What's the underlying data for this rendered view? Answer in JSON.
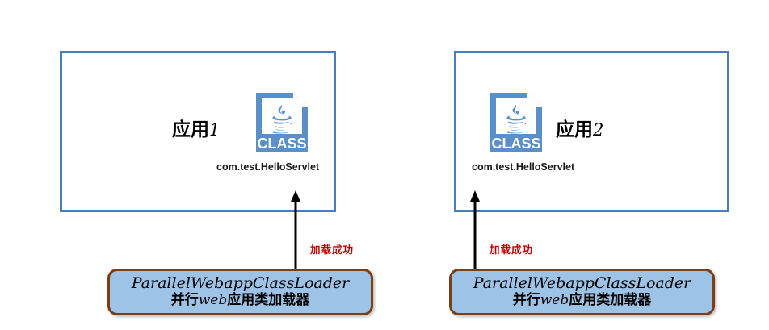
{
  "diagram": {
    "title": "Tomcat ParallelWebappClassLoader isolation diagram",
    "colors": {
      "panel_border": "#4a7ebb",
      "icon_blue": "#5b8fc7",
      "loader_fill": "#9dc3e6",
      "loader_border": "#7b3f16",
      "annotation_red": "#c00000",
      "arrow_black": "#000000",
      "background": "#ffffff"
    }
  },
  "apps": [
    {
      "panel_name": "application-panel-1",
      "title_text": "应用",
      "title_seq": "1",
      "icon_label": "CLASS",
      "icon_name": "java-class-file-icon",
      "class_name": "com.test.HelloServlet"
    },
    {
      "panel_name": "application-panel-2",
      "title_text": "应用",
      "title_seq": "2",
      "icon_label": "CLASS",
      "icon_name": "java-class-file-icon",
      "class_name": "com.test.HelloServlet"
    }
  ],
  "arrows": [
    {
      "name": "load-arrow-1",
      "label": "加载成功",
      "direction": "up"
    },
    {
      "name": "load-arrow-2",
      "label": "加载成功",
      "direction": "up"
    }
  ],
  "loaders": [
    {
      "name": "ParallelWebappClassLoader",
      "desc_prefix": "并行",
      "desc_latin": "web",
      "desc_suffix": "应用类加载器"
    },
    {
      "name": "ParallelWebappClassLoader",
      "desc_prefix": "并行",
      "desc_latin": "web",
      "desc_suffix": "应用类加载器"
    }
  ]
}
